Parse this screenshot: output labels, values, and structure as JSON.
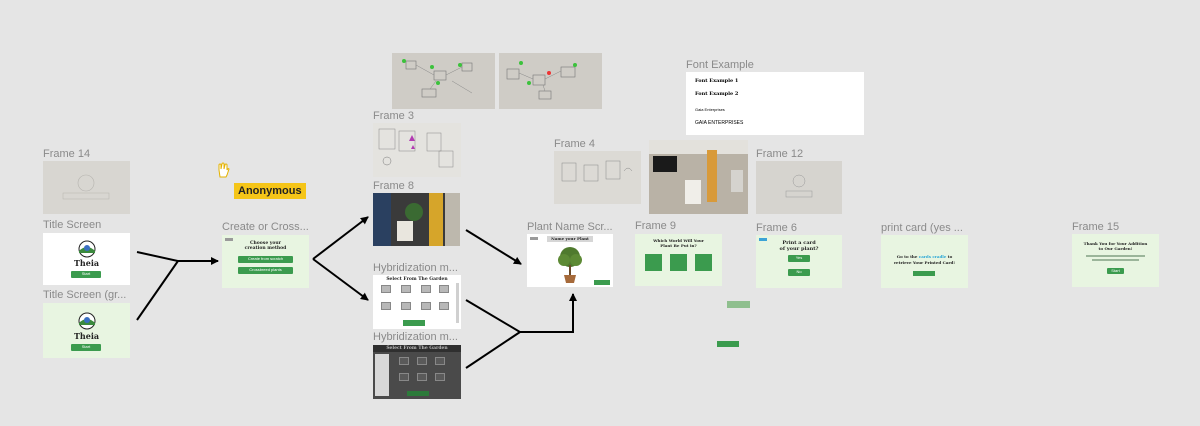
{
  "frames": {
    "frame14": "Frame 14",
    "title_screen": "Title Screen",
    "title_screen_gr": "Title Screen (gr...",
    "create": "Create or Cross...",
    "frame3": "Frame 3",
    "frame8": "Frame 8",
    "hybrid1": "Hybridization m...",
    "hybrid2": "Hybridization m...",
    "plant_name": "Plant Name Scr...",
    "frame4": "Frame 4",
    "frame9": "Frame 9",
    "frame12": "Frame 12",
    "frame6": "Frame 6",
    "print_card": "print card (yes ...",
    "frame15": "Frame 15",
    "font_example": "Font Example"
  },
  "cursor": {
    "user_badge": "Anonymous"
  },
  "title_screen": {
    "app_name": "Theia",
    "start": "Start"
  },
  "create_screen": {
    "heading1": "Choose your",
    "heading2": "creation method",
    "btn1": "Create from scratch",
    "btn2": "Crossbreed plants"
  },
  "plant_name": {
    "header": "Name your Plant"
  },
  "frame9": {
    "heading1": "Which World Will Your",
    "heading2": "Plant Be Put in?"
  },
  "frame6": {
    "heading1": "Print a card",
    "heading2": "of your plant?",
    "yes": "Yes",
    "no": "No"
  },
  "print_card": {
    "line1_pre": "Go to the ",
    "line1_link": "cards cradle",
    "line1_post": " to",
    "line2": "retrieve Your Printed Card!"
  },
  "frame15": {
    "line1": "Thank You for Your Addition",
    "line2": "to Our Garden!",
    "btn": "Start"
  },
  "hybrid": {
    "heading": "Select From The Garden"
  },
  "font_example": {
    "item1": "Font Example 1",
    "item2": "Font Example 2",
    "item3": "Gaia Enterprises",
    "item4": "GAIA ENTERPRISES"
  },
  "colors": {
    "canvas": "#e5e5e5",
    "screen_bg": "#e8f5e1",
    "button_green": "#3b9b4e",
    "badge": "#f5c518",
    "link": "#2aa7d6"
  }
}
